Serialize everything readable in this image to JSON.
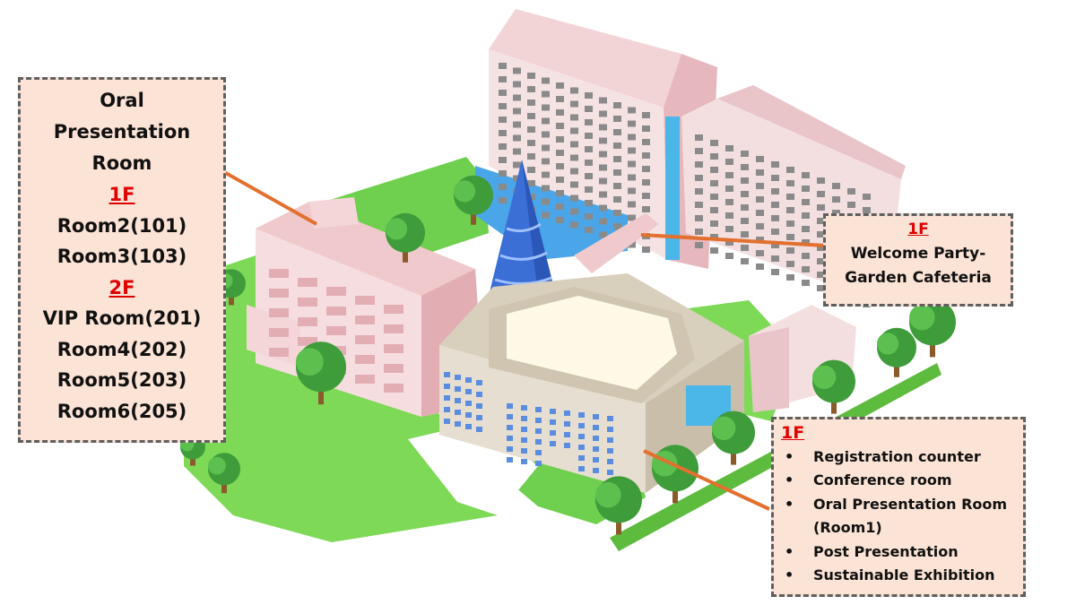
{
  "left_callout": {
    "title_lines": [
      "Oral",
      "Presentation",
      "Room"
    ],
    "floor_1": "1F",
    "floor_1_rooms": [
      "Room2(101)",
      "Room3(103)"
    ],
    "floor_2": "2F",
    "floor_2_rooms": [
      "VIP Room(201)",
      "Room4(202)",
      "Room5(203)",
      "Room6(205)"
    ]
  },
  "right_callout": {
    "floor": "1F",
    "lines": [
      "Welcome Party-",
      "Garden Cafeteria"
    ]
  },
  "bottom_callout": {
    "floor": "1F",
    "items": [
      "Registration counter",
      "Conference room",
      "Oral Presentation Room",
      "(Room1)",
      "Post Presentation",
      "Sustainable Exhibition"
    ]
  },
  "colors": {
    "callout_bg": "#fbe3d6",
    "callout_border": "#5f5f5f",
    "floor_label": "#e00000",
    "leader_line": "#e2702f",
    "lawn": "#7ed957",
    "building_pink": "#f0c9cc",
    "hall_beige": "#d8cfbd",
    "tower_blue": "#3b6fd6"
  }
}
